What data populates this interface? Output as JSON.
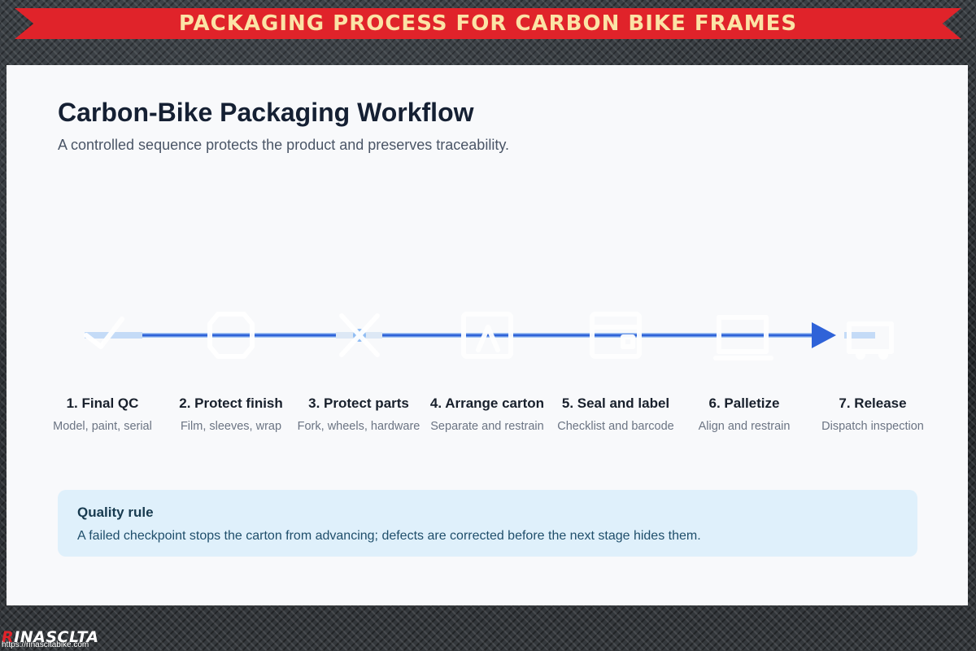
{
  "banner": {
    "title": "PACKAGING PROCESS FOR CARBON BIKE FRAMES"
  },
  "card": {
    "title": "Carbon-Bike Packaging Workflow",
    "subtitle": "A controlled sequence protects the product and preserves traceability."
  },
  "steps": [
    {
      "name": "1. Final QC",
      "desc": "Model, paint, serial",
      "icon": "checkmark-icon"
    },
    {
      "name": "2. Protect finish",
      "desc": "Film, sleeves, wrap",
      "icon": "wrap-icon"
    },
    {
      "name": "3. Protect parts",
      "desc": "Fork, wheels, hardware",
      "icon": "parts-icon"
    },
    {
      "name": "4. Arrange carton",
      "desc": "Separate and restrain",
      "icon": "carton-icon"
    },
    {
      "name": "5. Seal and label",
      "desc": "Checklist and barcode",
      "icon": "label-icon"
    },
    {
      "name": "6. Palletize",
      "desc": "Align and restrain",
      "icon": "pallet-icon"
    },
    {
      "name": "7. Release",
      "desc": "Dispatch inspection",
      "icon": "truck-icon"
    }
  ],
  "quality_rule": {
    "title": "Quality rule",
    "text": "A failed checkpoint stops the carton from advancing; defects are corrected before the next stage hides them."
  },
  "logo": {
    "first": "R",
    "rest": "INASCLTA",
    "url": "https://rinascltabike.com"
  },
  "colors": {
    "banner": "#e0232a",
    "banner_text": "#fbe3a6",
    "flow": "#2f63d8",
    "flow_light": "#a8c8f5"
  }
}
